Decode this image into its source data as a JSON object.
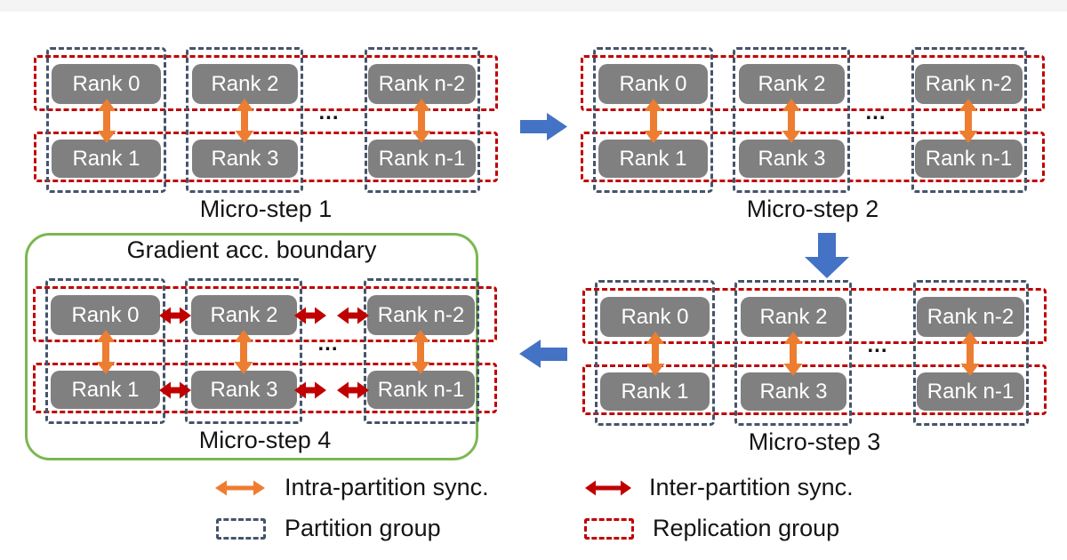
{
  "colors": {
    "background": "#ffffff",
    "top-band": "#f4f4f5",
    "rank-fill": "#808080",
    "rank-text": "#ffffff",
    "partition-dash": "#44546A",
    "replication-dash": "#C00000",
    "intra-arrow": "#ED7D31",
    "inter-arrow": "#C00000",
    "step-arrow": "#4472C4",
    "boundary-green": "#7CB750",
    "label-text": "#141414"
  },
  "panels": [
    {
      "label": "Micro-step 1",
      "ellipsis": "...",
      "ranks": {
        "top": [
          "Rank 0",
          "Rank 2",
          "Rank n-2"
        ],
        "bottom": [
          "Rank 1",
          "Rank 3",
          "Rank n-1"
        ]
      }
    },
    {
      "label": "Micro-step 2",
      "ellipsis": "...",
      "ranks": {
        "top": [
          "Rank 0",
          "Rank 2",
          "Rank n-2"
        ],
        "bottom": [
          "Rank 1",
          "Rank 3",
          "Rank n-1"
        ]
      }
    },
    {
      "label": "Micro-step 3",
      "ellipsis": "...",
      "ranks": {
        "top": [
          "Rank 0",
          "Rank 2",
          "Rank n-2"
        ],
        "bottom": [
          "Rank 1",
          "Rank 3",
          "Rank n-1"
        ]
      }
    },
    {
      "label": "Micro-step 4",
      "boundary_label": "Gradient acc. boundary",
      "ellipsis": "...",
      "ranks": {
        "top": [
          "Rank 0",
          "Rank 2",
          "Rank n-2"
        ],
        "bottom": [
          "Rank 1",
          "Rank 3",
          "Rank n-1"
        ]
      }
    }
  ],
  "legend": {
    "intra_label": "Intra-partition sync.",
    "inter_label": "Inter-partition sync.",
    "partition_label": "Partition group",
    "replication_label": "Replication group"
  }
}
